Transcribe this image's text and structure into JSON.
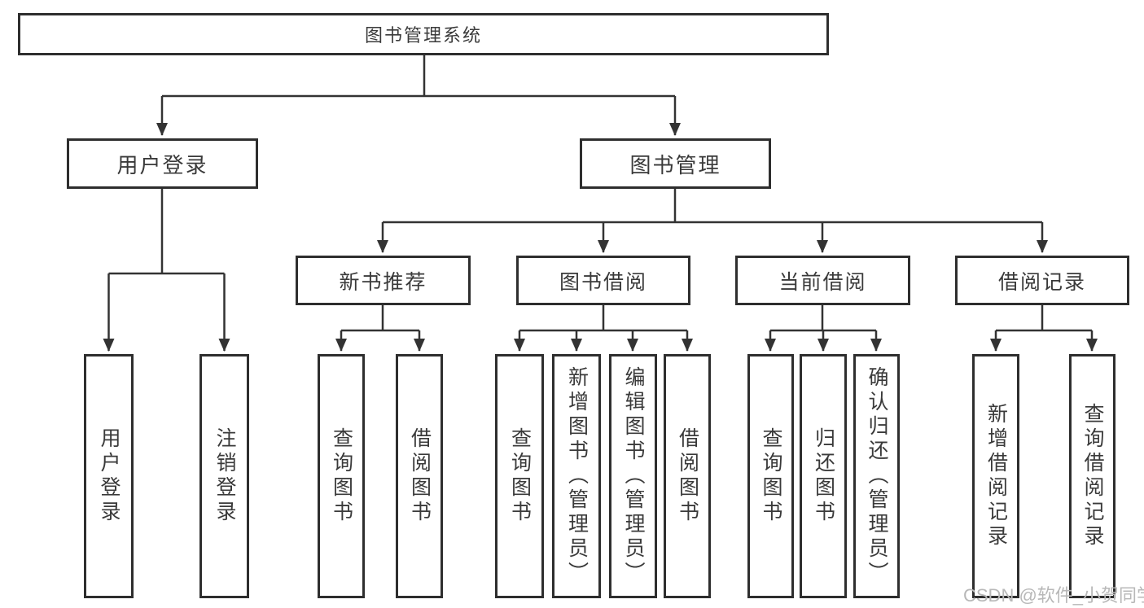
{
  "tree": {
    "root": {
      "label": "图书管理系统"
    },
    "level2": [
      {
        "label": "用户登录"
      },
      {
        "label": "图书管理"
      }
    ],
    "level3": [
      {
        "label": "新书推荐"
      },
      {
        "label": "图书借阅"
      },
      {
        "label": "当前借阅"
      },
      {
        "label": "借阅记录"
      }
    ],
    "leaves": {
      "user_login": [
        "用户登录",
        "注销登录"
      ],
      "new_book_recommend": [
        "查询图书",
        "借阅图书"
      ],
      "book_borrow": [
        "查询图书",
        "新增图书（管理员）",
        "编辑图书（管理员）",
        "借阅图书"
      ],
      "current_borrow": [
        "查询图书",
        "归还图书",
        "确认归还（管理员）"
      ],
      "borrow_record": [
        "新增借阅记录",
        "查询借阅记录"
      ]
    }
  },
  "watermark": "CSDN @软件_小贺同学",
  "colors": {
    "line": "#333333",
    "border": "#2e2e2e",
    "text": "#3a3a3a",
    "watermark": "#b8b8b8",
    "background": "#ffffff"
  }
}
